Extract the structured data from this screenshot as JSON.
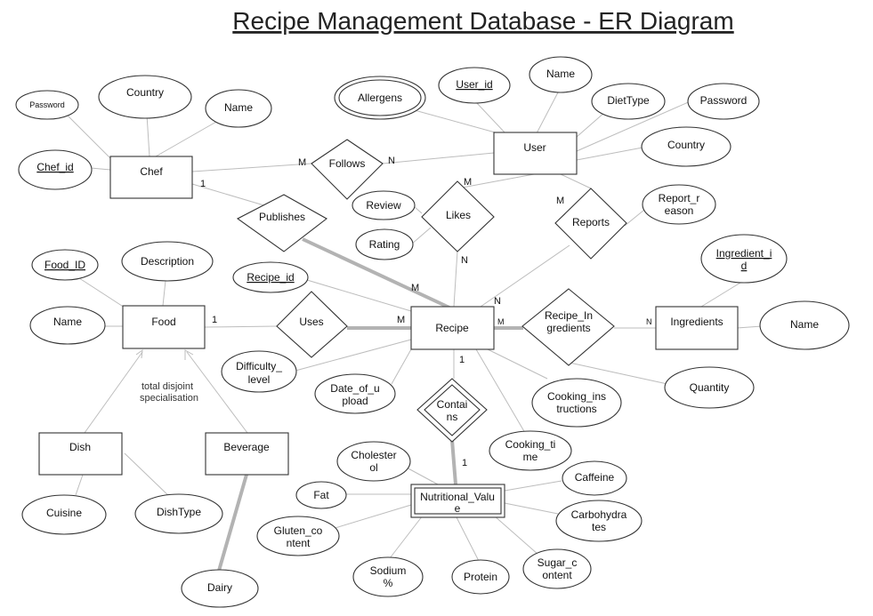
{
  "title": "Recipe Management Database - ER Diagram",
  "entities": {
    "chef": "Chef",
    "user": "User",
    "food": "Food",
    "recipe": "Recipe",
    "ingredients": "Ingredients",
    "dish": "Dish",
    "beverage": "Beverage",
    "nutritional_value": [
      "Nutritional_Valu",
      "e"
    ]
  },
  "relationships": {
    "follows": "Follows",
    "publishes": "Publishes",
    "likes": "Likes",
    "reports": "Reports",
    "uses": "Uses",
    "recipe_ingredients": [
      "Recipe_In",
      "gredients"
    ],
    "contains": [
      "Contai",
      "ns"
    ]
  },
  "attributes": {
    "chef_password": "Password",
    "chef_country": "Country",
    "chef_name": "Name",
    "chef_id": "Chef_id",
    "allergens": "Allergens",
    "user_id": "User_id",
    "user_name": "Name",
    "diet_type": "DietType",
    "user_password": "Password",
    "user_country": "Country",
    "review": "Review",
    "rating": "Rating",
    "report_reason": [
      "Report_r",
      "eason"
    ],
    "food_id": "Food_ID",
    "description": "Description",
    "food_name": "Name",
    "recipe_id": "Recipe_id",
    "difficulty_level": [
      "Difficulty_",
      "level"
    ],
    "date_of_upload": [
      "Date_of_u",
      "pload"
    ],
    "cooking_instructions": [
      "Cooking_ins",
      "tructions"
    ],
    "cooking_time": [
      "Cooking_ti",
      "me"
    ],
    "ingredient_id": [
      "Ingredient_i",
      "d"
    ],
    "ingredient_name": "Name",
    "quantity": "Quantity",
    "cuisine": "Cuisine",
    "dish_type": "DishType",
    "dairy": "Dairy",
    "cholesterol": [
      "Cholester",
      "ol"
    ],
    "fat": "Fat",
    "gluten_content": [
      "Gluten_co",
      "ntent"
    ],
    "sodium": [
      "Sodium",
      "%"
    ],
    "protein": "Protein",
    "sugar_content": [
      "Sugar_c",
      "ontent"
    ],
    "caffeine": "Caffeine",
    "carbohydrates": [
      "Carbohydra",
      "tes"
    ]
  },
  "cardinalities": {
    "chef_follows": "M",
    "user_follows": "N",
    "chef_publishes": "1",
    "recipe_publishes": "M",
    "user_likes": "M",
    "recipe_likes": "N",
    "user_reports": "M",
    "recipe_reports": "N",
    "food_uses": "1",
    "recipe_uses": "M",
    "recipe_ri": "M",
    "ingredients_ri": "N",
    "recipe_contains": "1",
    "nv_contains": "1"
  },
  "specialisation_note": [
    "total disjoint",
    "specialisation"
  ]
}
